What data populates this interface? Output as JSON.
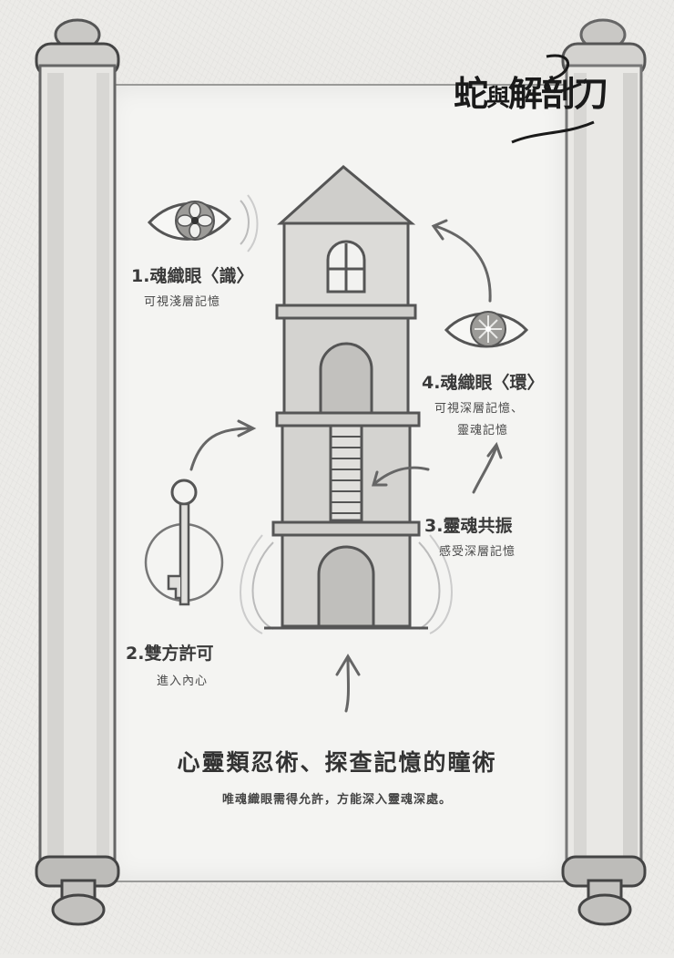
{
  "title": {
    "logo_text_1": "蛇",
    "logo_text_2": "與",
    "logo_text_3": "解剖刀",
    "full": "蛇與解剖刀"
  },
  "steps": [
    {
      "number": "1.",
      "name": "魂織眼",
      "qualifier": "〈識〉",
      "description": "可視淺層記憶",
      "icon": "eye-flower-icon"
    },
    {
      "number": "2.",
      "name": "雙方許可",
      "qualifier": "",
      "description": "進入內心",
      "icon": "key-icon"
    },
    {
      "number": "3.",
      "name": "靈魂共振",
      "qualifier": "",
      "description": "感受深層記憶",
      "icon": "ladder-arrow-icon"
    },
    {
      "number": "4.",
      "name": "魂織眼",
      "qualifier": "〈環〉",
      "description_line1": "可視深層記憶、",
      "description_line2": "靈魂記憶",
      "icon": "eye-star-icon"
    }
  ],
  "headline": "心靈類忍術、探查記憶的瞳術",
  "subline": "唯魂織眼需得允許，方能深入靈魂深處。",
  "colors": {
    "paper": "#f4f4f2",
    "background": "#ecebe8",
    "pencil": "#555555",
    "ink": "#1a1a1a"
  }
}
